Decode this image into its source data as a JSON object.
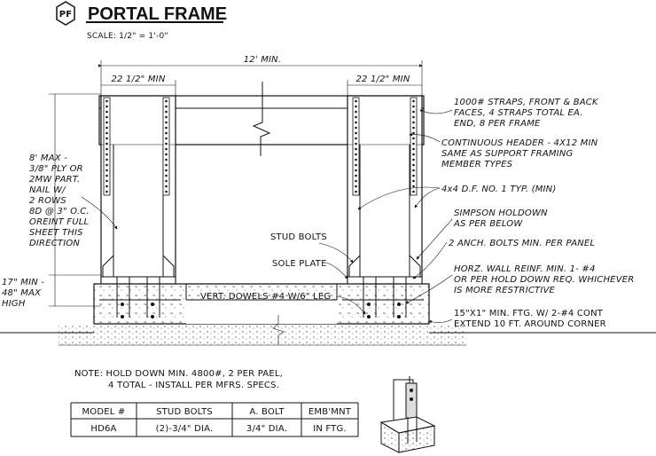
{
  "title": {
    "badge": "PF",
    "text": "PORTAL FRAME",
    "scale": "SCALE: 1/2\" = 1'-0\""
  },
  "dims": {
    "overall": "12' MIN.",
    "left_width": "22 1/2\" MIN",
    "right_width": "22 1/2\" MIN"
  },
  "left_notes": {
    "sheathing": [
      "8' MAX -",
      "3/8\" PLY OR",
      "2MW PART.",
      "NAIL W/",
      "2 ROWS",
      "8D @ 3\" O.C.",
      "OREINT FULL",
      "SHEET THIS",
      "DIRECTION"
    ],
    "height": [
      "17\" MIN -",
      "48\" MAX",
      "HIGH"
    ]
  },
  "callouts": {
    "straps": [
      "1000# STRAPS, FRONT & BACK",
      "FACES, 4 STRAPS TOTAL EA.",
      "END, 8 PER FRAME"
    ],
    "header": [
      "CONTINUOUS HEADER - 4X12 MIN",
      "SAME AS SUPPORT FRAMING",
      "MEMBER TYPES"
    ],
    "post": "4x4 D.F. NO. 1 TYP. (MIN)",
    "holdown": [
      "SIMPSON HOLDOWN",
      "AS PER BELOW"
    ],
    "anchor": "2 ANCH. BOLTS MIN. PER PANEL",
    "stud_bolts": "STUD BOLTS",
    "sole_plate": "SOLE PLATE",
    "dowels": "VERT. DOWELS #4 W/6\" LEG",
    "wall_reinf": [
      "HORZ. WALL REINF. MIN. 1- #4",
      "OR PER HOLD DOWN REQ. WHICHEVER",
      "IS MORE RESTRICTIVE"
    ],
    "footing": [
      "15\"X1\" MIN. FTG. W/ 2-#4 CONT",
      "EXTEND 10 FT. AROUND CORNER"
    ]
  },
  "note": [
    "NOTE: HOLD DOWN MIN. 4800#, 2 PER PAEL,",
    "4 TOTAL - INSTALL PER MFRS. SPECS."
  ],
  "table": {
    "headers": [
      "MODEL #",
      "STUD BOLTS",
      "A. BOLT",
      "EMB'MNT"
    ],
    "rows": [
      [
        "HD6A",
        "(2)-3/4\" DIA.",
        "3/4\" DIA.",
        "IN FTG."
      ]
    ]
  }
}
